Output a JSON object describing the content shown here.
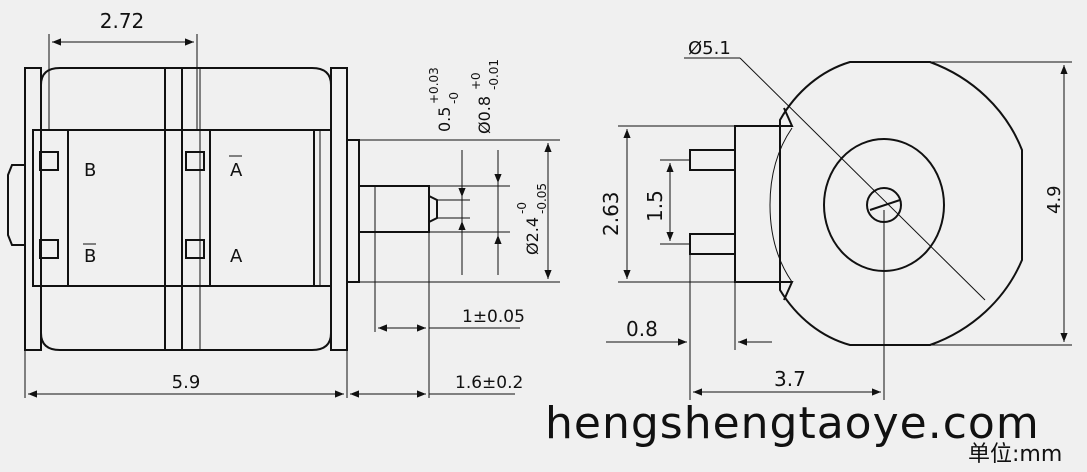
{
  "dimensions": {
    "top_width": "2.72",
    "shaft_tol_1": "0.5",
    "shaft_tol_1_sup": "+0.03",
    "shaft_tol_1_sub": "-0",
    "shaft_tol_2": "Ø0.8",
    "shaft_tol_2_sup": "+0",
    "shaft_tol_2_sub": "-0.01",
    "shaft_dia": "Ø2.4",
    "shaft_dia_sup": "-0",
    "shaft_dia_sub": "-0.05",
    "shaft_len": "1±0.05",
    "body_len": "5.9",
    "shaft_total": "1.6±0.2",
    "side_height": "2.63",
    "pin_pitch": "1.5",
    "pin_offset": "0.8",
    "side_width": "3.7",
    "outer_dia": "Ø5.1",
    "outer_height": "4.9"
  },
  "pins": {
    "top_left": "B",
    "bottom_left": "B",
    "top_right": "A",
    "bottom_right": "A"
  },
  "watermark": "hengshengtaoye.com",
  "unit_label": "单位:mm"
}
